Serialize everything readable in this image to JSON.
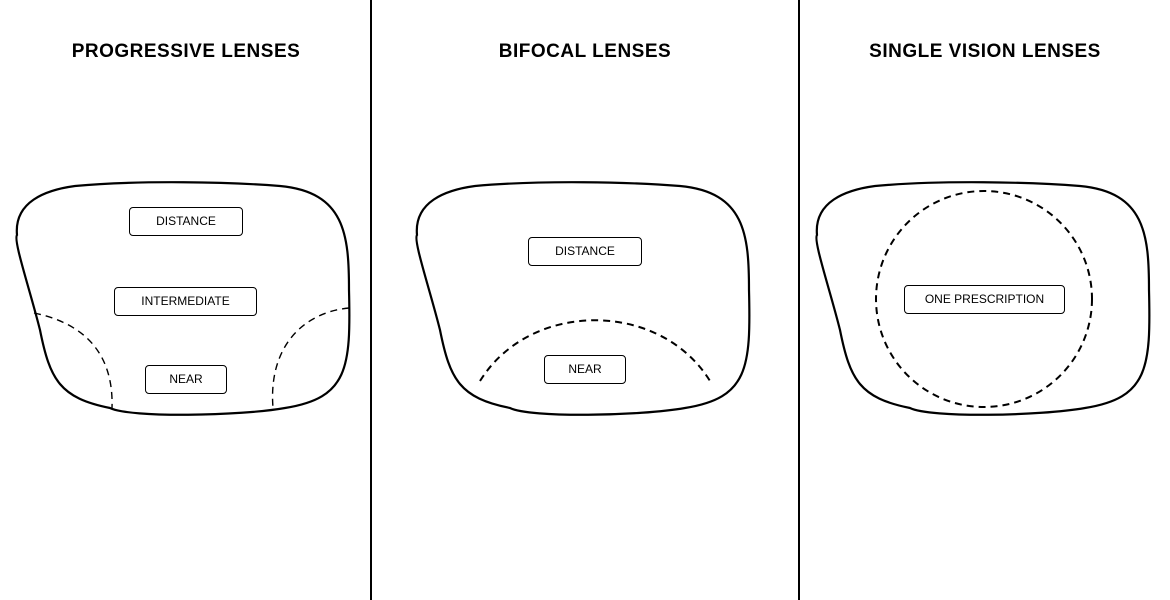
{
  "panels": [
    {
      "title": "PROGRESSIVE LENSES",
      "zones": [
        "DISTANCE",
        "INTERMEDIATE",
        "NEAR"
      ]
    },
    {
      "title": "BIFOCAL LENSES",
      "zones": [
        "DISTANCE",
        "NEAR"
      ]
    },
    {
      "title": "SINGLE VISION LENSES",
      "zones": [
        "ONE PRESCRIPTION"
      ]
    }
  ],
  "colors": {
    "background": "#ffffff",
    "line": "#000000"
  }
}
